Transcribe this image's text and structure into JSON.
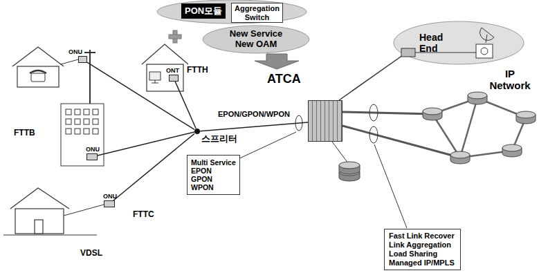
{
  "diagram": {
    "nodes": [
      {
        "text": [
          "PON모듈"
        ]
      },
      {
        "text": [
          "Aggregation Switch"
        ]
      },
      {
        "text": [
          "New Service New OAM"
        ]
      },
      {
        "text": [
          "Head End"
        ]
      },
      {
        "text": [
          "ONU"
        ]
      },
      {
        "text": [
          "ONT"
        ]
      },
      {
        "text": [
          "ONU"
        ]
      },
      {
        "text": [
          "스프리터"
        ]
      },
      {
        "text": [
          "ATCA"
        ]
      },
      {
        "text": [
          "Multi Service",
          "EPON GPON WPON"
        ]
      },
      {
        "text": [
          "ONU"
        ]
      },
      {
        "text": [
          "Fast Link Recover Link Aggregation Load Sharing Managed IP/MPLS"
        ]
      }
    ],
    "edges": [
      {
        "from": 4,
        "to": 7,
        "arrow": "none"
      },
      {
        "from": 5,
        "to": 7,
        "arrow": "none"
      },
      {
        "from": 6,
        "to": 7,
        "arrow": "none"
      },
      {
        "from": 10,
        "to": 7,
        "arrow": "none"
      },
      {
        "from": 7,
        "to": 8,
        "label": "EPON/GPON/WPON",
        "arrow": "none"
      }
    ],
    "labels": [
      "FTTH",
      "FTTB",
      "FTTC",
      "VDSL",
      "IP Network"
    ]
  }
}
